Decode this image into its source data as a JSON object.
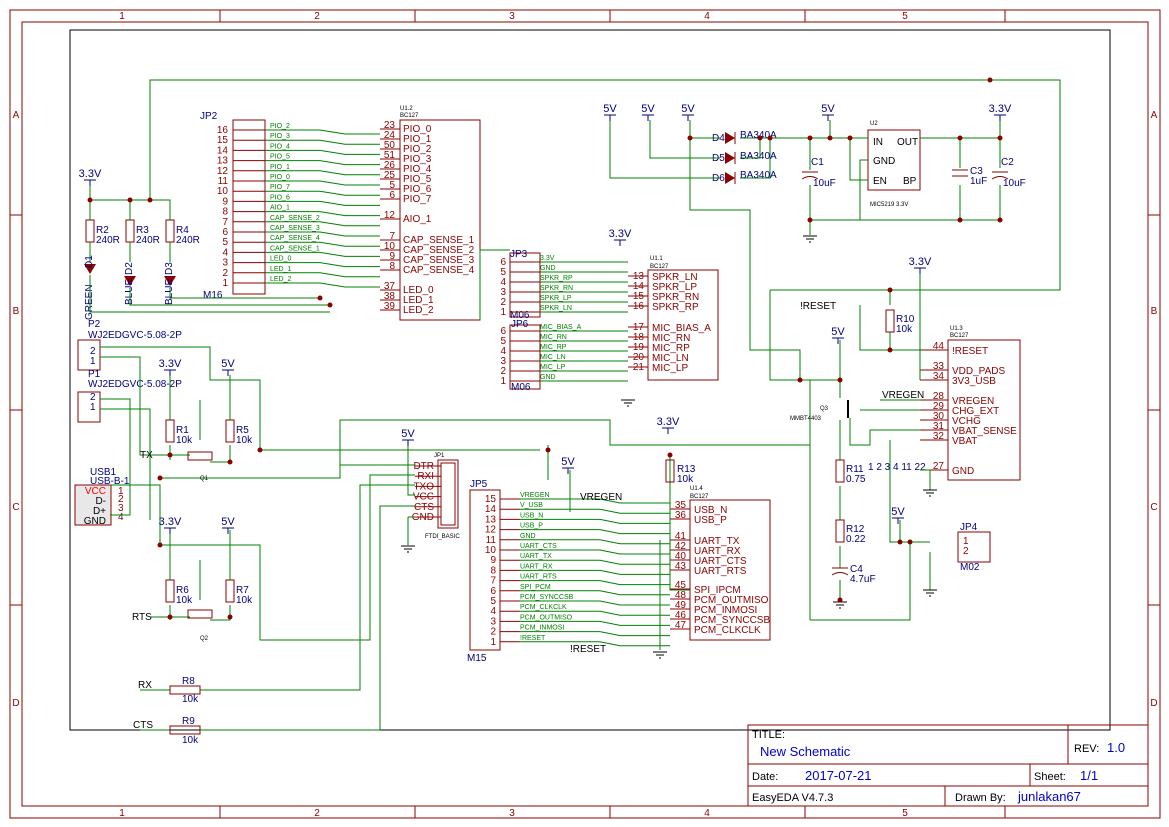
{
  "grid": {
    "cols": [
      "1",
      "2",
      "3",
      "4",
      "5"
    ],
    "rows": [
      "A",
      "B",
      "C",
      "D"
    ]
  },
  "title_block": {
    "title_label": "TITLE:",
    "title": "New Schematic",
    "rev_label": "REV:",
    "rev": "1.0",
    "date_label": "Date:",
    "date": "2017-07-21",
    "sheet_label": "Sheet:",
    "sheet": "1/1",
    "tool": "EasyEDA V4.7.3",
    "drawn_label": "Drawn By:",
    "drawn_by": "junlakan67"
  },
  "power": {
    "v33": "3.3V",
    "v5": "5V"
  },
  "parts": {
    "jp2": {
      "ref": "JP2",
      "value": "M16",
      "pins": [
        "16",
        "15",
        "14",
        "13",
        "12",
        "11",
        "10",
        "9",
        "8",
        "7",
        "6",
        "5",
        "4",
        "3",
        "2",
        "1"
      ]
    },
    "u12": {
      "ref": "U1.2",
      "value": "BC127",
      "pins": [
        [
          "23",
          "PIO_0"
        ],
        [
          "24",
          "PIO_1"
        ],
        [
          "50",
          "PIO_2"
        ],
        [
          "51",
          "PIO_3"
        ],
        [
          "26",
          "PIO_4"
        ],
        [
          "25",
          "PIO_5"
        ],
        [
          "5",
          "PIO_6"
        ],
        [
          "6",
          "PIO_7"
        ],
        [
          "12",
          "AIO_1"
        ],
        [
          "7",
          "CAP_SENSE_1"
        ],
        [
          "10",
          "CAP_SENSE_2"
        ],
        [
          "9",
          "CAP_SENSE_3"
        ],
        [
          "8",
          "CAP_SENSE_4"
        ],
        [
          "37",
          "LED_0"
        ],
        [
          "38",
          "LED_1"
        ],
        [
          "39",
          "LED_2"
        ]
      ]
    },
    "jp2_nets": [
      "PIO_2",
      "PIO_3",
      "PIO_4",
      "PIO_5",
      "PIO_1",
      "PIO_0",
      "PIO_7",
      "PIO_6",
      "AIO_1",
      "CAP_SENSE_2",
      "CAP_SENSE_3",
      "CAP_SENSE_4",
      "CAP_SENSE_1",
      "LED_0",
      "LED_1",
      "LED_2"
    ],
    "jp3": {
      "ref": "JP3",
      "value": "M06",
      "pins": [
        "6",
        "5",
        "4",
        "3",
        "2",
        "1"
      ],
      "nets": [
        "3.3V",
        "GND",
        "SPKR_RP",
        "SPKR_RN",
        "SPKR_LP",
        "SPKR_LN"
      ]
    },
    "jp6": {
      "ref": "JP6",
      "value": "M06",
      "pins": [
        "6",
        "5",
        "4",
        "3",
        "2",
        "1"
      ],
      "nets": [
        "MIC_BIAS_A",
        "MIC_RN",
        "MIC_RP",
        "MIC_LN",
        "MIC_LP",
        "GND"
      ]
    },
    "u11": {
      "ref": "U1.1",
      "value": "BC127",
      "pins": [
        [
          "13",
          "SPKR_LN"
        ],
        [
          "14",
          "SPKR_LP"
        ],
        [
          "15",
          "SPKR_RN"
        ],
        [
          "16",
          "SPKR_RP"
        ],
        [
          "17",
          "MIC_BIAS_A"
        ],
        [
          "18",
          "MIC_RN"
        ],
        [
          "19",
          "MIC_RP"
        ],
        [
          "20",
          "MIC_LN"
        ],
        [
          "21",
          "MIC_LP"
        ]
      ]
    },
    "u2": {
      "ref": "U2",
      "value": "MIC5219 3.3V",
      "pins": [
        "IN",
        "OUT",
        "GND",
        "EN",
        "BP"
      ]
    },
    "diodes": [
      {
        "ref": "D4",
        "value": "BA340A"
      },
      {
        "ref": "D5",
        "value": "BA340A"
      },
      {
        "ref": "D6",
        "value": "BA340A"
      }
    ],
    "c1": {
      "ref": "C1",
      "value": "10uF"
    },
    "c2": {
      "ref": "C2",
      "value": "10uF"
    },
    "c3": {
      "ref": "C3",
      "value": "1uF"
    },
    "c4": {
      "ref": "C4",
      "value": "4.7uF"
    },
    "r2": {
      "ref": "R2",
      "value": "240R"
    },
    "r3": {
      "ref": "R3",
      "value": "240R"
    },
    "r4": {
      "ref": "R4",
      "value": "240R"
    },
    "leds": [
      {
        "ref": "D1",
        "color": "GREEN"
      },
      {
        "ref": "D2",
        "color": "BLUE"
      },
      {
        "ref": "D3",
        "color": "BLUE"
      }
    ],
    "p2": {
      "ref": "P2",
      "value": "WJ2EDGVC-5.08-2P"
    },
    "p1": {
      "ref": "P1",
      "value": "WJ2EDGVC-5.08-2P"
    },
    "usb": {
      "ref": "USB1",
      "value": "USB-B-1",
      "pins": [
        "VCC",
        "D-",
        "D+",
        "GND"
      ],
      "nums": [
        "1",
        "2",
        "3",
        "4"
      ]
    },
    "r1": {
      "ref": "R1",
      "value": "10k"
    },
    "r5": {
      "ref": "R5",
      "value": "10k"
    },
    "r6": {
      "ref": "R6",
      "value": "10k"
    },
    "r7": {
      "ref": "R7",
      "value": "10k"
    },
    "r8": {
      "ref": "R8",
      "value": "10k"
    },
    "r9": {
      "ref": "R9",
      "value": "10k"
    },
    "r10": {
      "ref": "R10",
      "value": "10k"
    },
    "r11": {
      "ref": "R11",
      "value": "0.75"
    },
    "r12": {
      "ref": "R12",
      "value": "0.22"
    },
    "r13": {
      "ref": "R13",
      "value": "10k"
    },
    "q1": {
      "ref": "Q1"
    },
    "q2": {
      "ref": "Q2"
    },
    "q3": {
      "ref": "Q3",
      "value": "MMBT4403"
    },
    "jp1": {
      "ref": "JP1",
      "value": "FTDI_BASIC",
      "pins": [
        "DTR",
        "RXI",
        "TXO",
        "VCC",
        "CTS",
        "GND"
      ]
    },
    "jp5": {
      "ref": "JP5",
      "value": "M15",
      "pins": [
        "15",
        "14",
        "13",
        "12",
        "11",
        "10",
        "9",
        "8",
        "7",
        "6",
        "5",
        "4",
        "3",
        "2",
        "1"
      ],
      "nets": [
        "VREGEN",
        "V_USB",
        "USB_N",
        "USB_P",
        "GND",
        "UART_CTS",
        "UART_TX",
        "UART_RX",
        "UART_RTS",
        "SPI_PCM",
        "PCM_SYNCCSB",
        "PCM_CLKCLK",
        "PCM_OUTMISO",
        "PCM_INMOSI",
        "!RESET"
      ]
    },
    "u14": {
      "ref": "U1.4",
      "value": "BC127",
      "pins": [
        [
          "35",
          "USB_N"
        ],
        [
          "36",
          "USB_P"
        ],
        [
          "41",
          "UART_TX"
        ],
        [
          "42",
          "UART_RX"
        ],
        [
          "40",
          "UART_CTS"
        ],
        [
          "43",
          "UART_RTS"
        ],
        [
          "45",
          "SPI_IPCM"
        ],
        [
          "48",
          "PCM_OUTMISO"
        ],
        [
          "49",
          "PCM_INMOSI"
        ],
        [
          "46",
          "PCM_SYNCCSB"
        ],
        [
          "47",
          "PCM_CLKCLK"
        ]
      ]
    },
    "u13": {
      "ref": "U1.3",
      "value": "BC127",
      "pins": [
        [
          "44",
          "!RESET"
        ],
        [
          "33",
          "VDD_PADS"
        ],
        [
          "34",
          "3V3_USB"
        ],
        [
          "28",
          "VREGEN"
        ],
        [
          "29",
          "CHG_EXT"
        ],
        [
          "30",
          "VCHG"
        ],
        [
          "31",
          "VBAT_SENSE"
        ],
        [
          "32",
          "VBAT"
        ],
        [
          "27",
          "GND"
        ]
      ],
      "gnd_pins": "1 2 3 4 11 22"
    },
    "jp4": {
      "ref": "JP4",
      "value": "M02",
      "pins": [
        "1",
        "2"
      ]
    }
  },
  "net_labels": {
    "tx": "TX",
    "rts": "RTS",
    "rx": "RX",
    "cts": "CTS",
    "reset": "!RESET",
    "vregen": "VREGEN",
    "vregen2": "VREGEN",
    "reset2": "!RESET"
  }
}
